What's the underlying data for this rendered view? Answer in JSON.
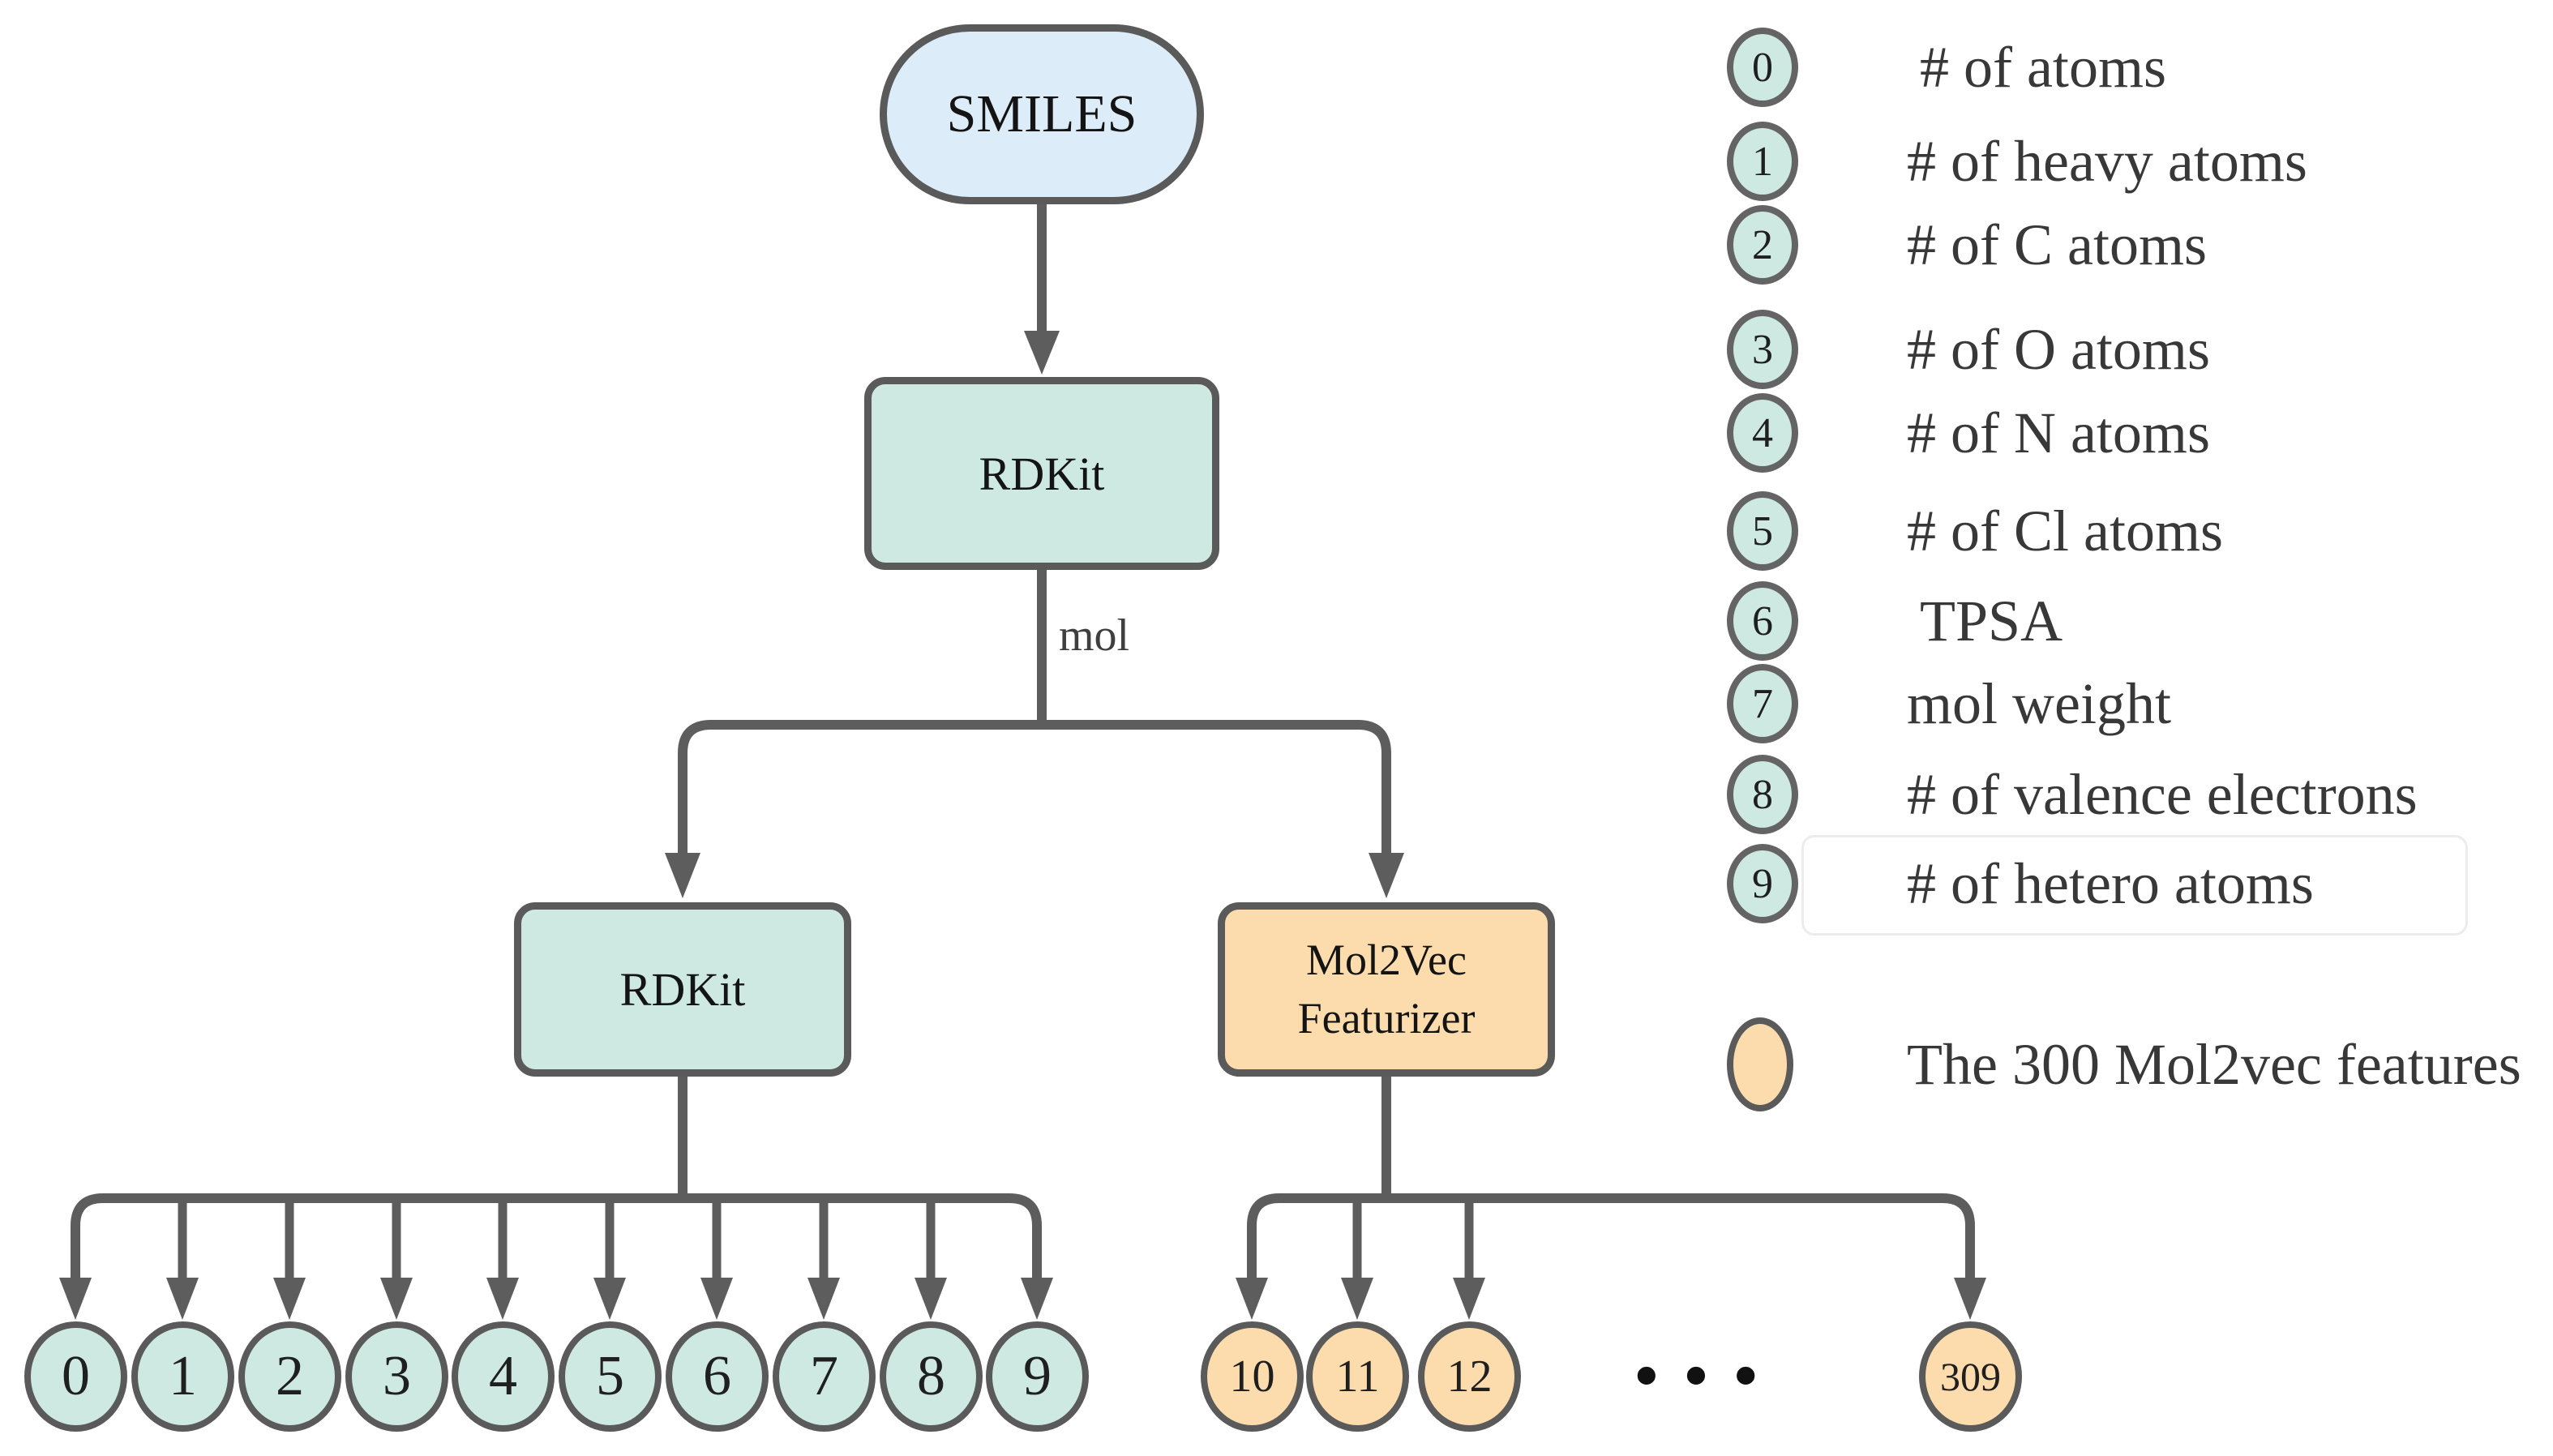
{
  "colors": {
    "edge": "#5d5d5d",
    "node-border": "#5a5a5a",
    "blue-fill": "#dcecf8",
    "teal-fill": "#cee9e2",
    "orange-fill": "#fcdcac",
    "number-text": "#1f1f1f",
    "node-text": "#141414",
    "legend-text": "#383838",
    "edge-label-text": "#3f3f3f"
  },
  "diagram": {
    "smiles_label": "SMILES",
    "rdkit_top_label": "RDKit",
    "rdkit_left_label": "RDKit",
    "mol2vec_label_line1": "Mol2Vec",
    "mol2vec_label_line2": "Featurizer",
    "edge_label": "mol",
    "rdkit_outputs": [
      "0",
      "1",
      "2",
      "3",
      "4",
      "5",
      "6",
      "7",
      "8",
      "9"
    ],
    "mol2vec_outputs_visible": [
      "10",
      "11",
      "12"
    ],
    "mol2vec_output_last": "309",
    "ellipsis": "• • •"
  },
  "legend": {
    "items": [
      {
        "index": "0",
        "label": "# of atoms"
      },
      {
        "index": "1",
        "label": "# of heavy atoms"
      },
      {
        "index": "2",
        "label": "# of C atoms"
      },
      {
        "index": "3",
        "label": "# of O atoms"
      },
      {
        "index": "4",
        "label": "# of N atoms"
      },
      {
        "index": "5",
        "label": "# of Cl atoms"
      },
      {
        "index": "6",
        "label": "TPSA"
      },
      {
        "index": "7",
        "label": "mol weight"
      },
      {
        "index": "8",
        "label": "# of valence electrons"
      },
      {
        "index": "9",
        "label": "# of hetero atoms"
      }
    ],
    "mol2vec_item_label": "The 300 Mol2vec features"
  }
}
